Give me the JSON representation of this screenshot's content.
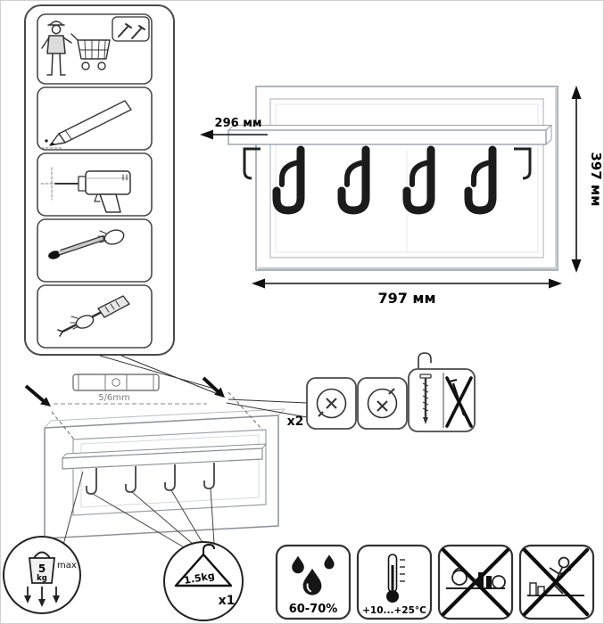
{
  "dimensions": {
    "shelf_depth": "296 мм",
    "height": "397 мм",
    "width": "797 мм"
  },
  "installation": {
    "drill_mark": "5/6mm",
    "anchors_count": "x2"
  },
  "load_limits": {
    "shelf_max_value": "5",
    "shelf_max_unit": "kg",
    "shelf_max_label": "max",
    "hook_max": "1.5kg",
    "hook_max_count": "x1"
  },
  "environment": {
    "humidity": "60-70%",
    "temperature": "+10...+25°C"
  },
  "colors": {
    "line": "#333333",
    "hook_black": "#1b1b1b",
    "panel_gray": "#9aa1a8"
  },
  "icons": [
    "worker-icon",
    "shopping-cart-icon",
    "screws-icon",
    "pencil-icon",
    "drill-icon",
    "wall-plug-insert-icon",
    "screwdriver-icon",
    "spirit-level-icon",
    "mark-arrow-icon",
    "anchor-washer-icon",
    "screw-icon",
    "no-nail-icon",
    "bracket-hook-icon",
    "weight-icon",
    "down-arrow-icon",
    "hanger-icon",
    "water-drops-icon",
    "thermometer-icon",
    "no-heavy-load-icon",
    "no-climbing-icon"
  ]
}
